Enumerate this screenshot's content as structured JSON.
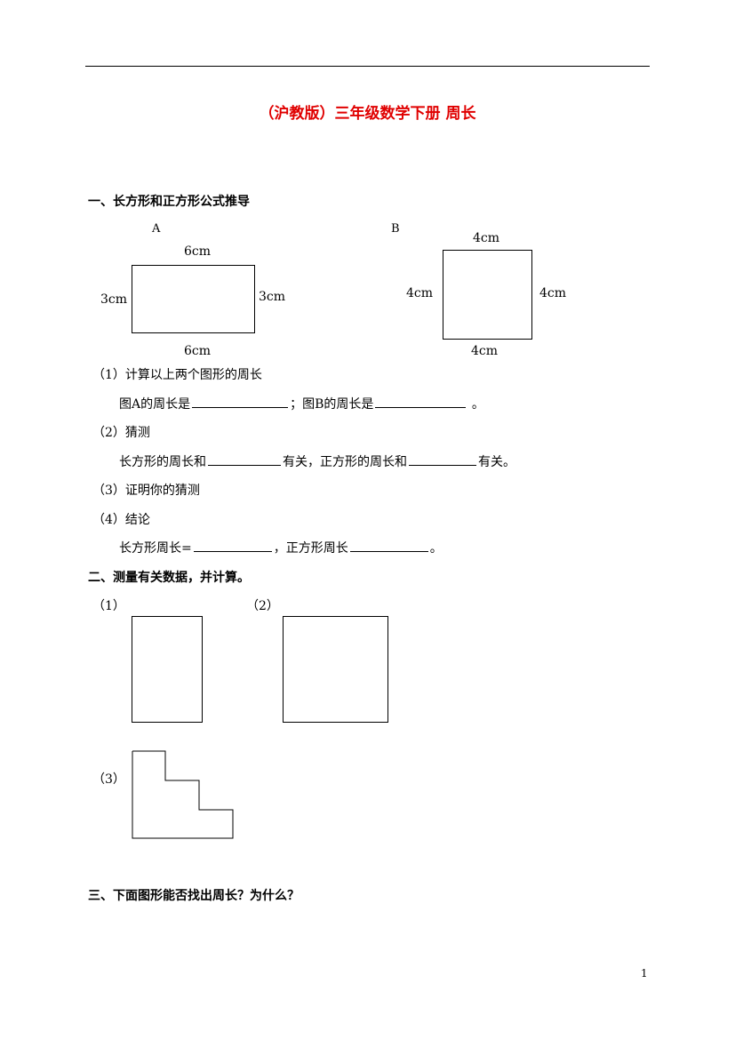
{
  "title": "（沪教版）三年级数学下册 周长",
  "section1": {
    "heading": "一、长方形和正方形公式推导",
    "figA": {
      "label": "A",
      "top": "6cm",
      "bottom": "6cm",
      "left": "3cm",
      "right": "3cm"
    },
    "figB": {
      "label": "B",
      "top": "4cm",
      "bottom": "4cm",
      "left": "4cm",
      "right": "4cm"
    },
    "q1": "（1）计算以上两个图形的周长",
    "q1_line_a": "图A的周长是",
    "q1_line_b": "；图B的周长是",
    "q1_end": "。",
    "q2": "（2）猜测",
    "q2_line_a": "长方形的周长和",
    "q2_line_b": "有关，正方形的周长和",
    "q2_line_c": "有关。",
    "q3": "（3）证明你的猜测",
    "q4": "（4）结论",
    "q4_line_a": "长方形周长=",
    "q4_line_b": "，正方形周长",
    "q4_end": "。"
  },
  "section2": {
    "heading": "二、测量有关数据，并计算。",
    "label1": "（1）",
    "label2": "（2）",
    "label3": "（3）"
  },
  "section3": {
    "heading": "三、下面图形能否找出周长？为什么？"
  },
  "page_number": "1"
}
